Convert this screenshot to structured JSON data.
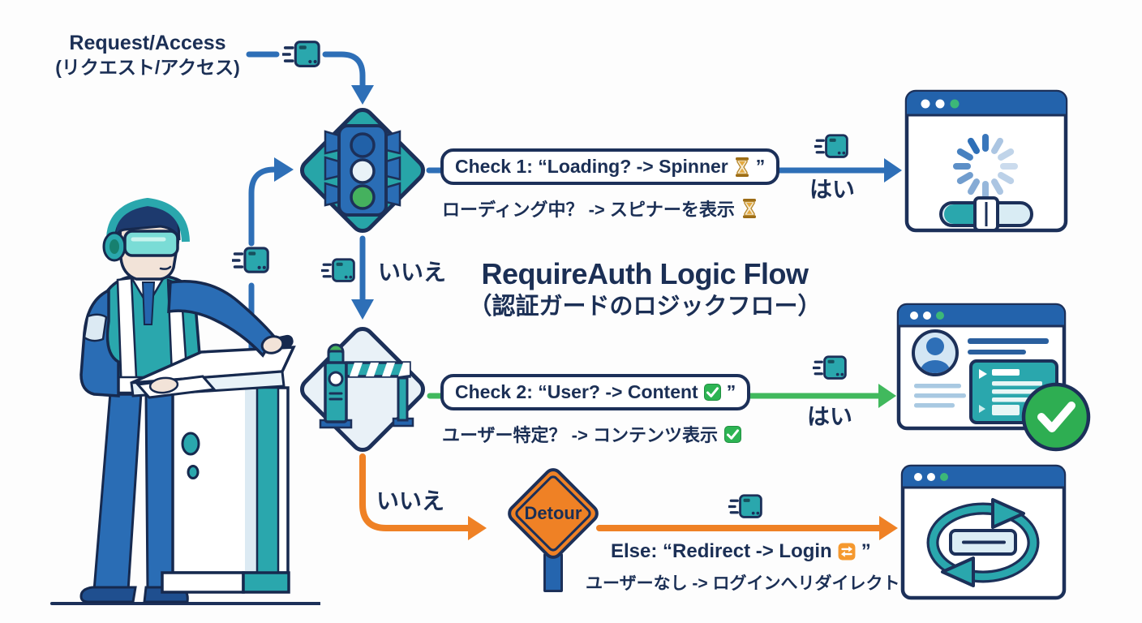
{
  "colors": {
    "navy_text": "#1b2f55",
    "outline": "#1c3059",
    "blue": "#2e6fb7",
    "teal": "#2aa7ad",
    "green": "#41b95d",
    "orange": "#ef8125"
  },
  "start": {
    "line1": "Request/Access",
    "line2": "(リクエスト/アクセス)"
  },
  "title": {
    "line1": "RequireAuth Logic Flow",
    "line2": "（認証ガードのロジックフロー）"
  },
  "check1": {
    "box_text": "Check 1: “Loading? -> Spinner",
    "close_quote": "”",
    "icon_glyph": "⏳",
    "sub_text": "ローディング中？ -> スピナーを表示",
    "yes_label": "はい",
    "no_label": "いいえ"
  },
  "check2": {
    "box_text": "Check 2: “User? -> Content",
    "close_quote": "”",
    "icon_glyph": "✅",
    "sub_text": "ユーザー特定？ -> コンテンツ表示",
    "yes_label": "はい",
    "no_label": "いいえ"
  },
  "else_branch": {
    "sign_label": "Detour",
    "main_text": "Else: “Redirect -> Login",
    "close_quote": "”",
    "icon_glyph": "🔁",
    "sub_text": "ユーザーなし -> ログインへリダイレクト"
  }
}
